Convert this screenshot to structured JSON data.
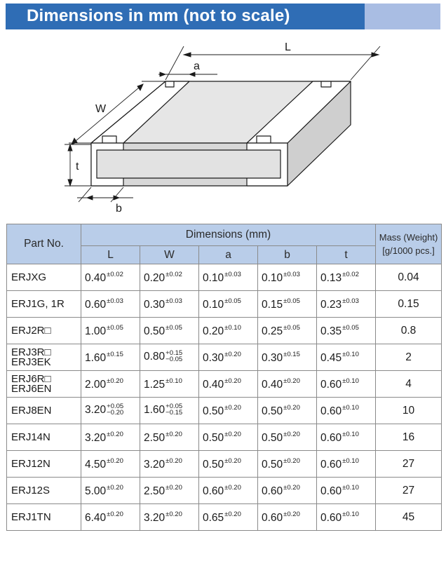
{
  "header": {
    "title": "Dimensions in mm (not to scale)"
  },
  "drawing": {
    "labels": {
      "L": "L",
      "W": "W",
      "a": "a",
      "b": "b",
      "t": "t"
    }
  },
  "table": {
    "part_no_header": "Part No.",
    "dimensions_header": "Dimensions (mm)",
    "mass_header_line1": "Mass (Weight)",
    "mass_header_line2": "[g/1000 pcs.]",
    "columns": [
      "L",
      "W",
      "a",
      "b",
      "t"
    ],
    "rows": [
      {
        "part1": "ERJXG",
        "part2": "",
        "L": {
          "v": "0.40",
          "t": "±0.02"
        },
        "W": {
          "v": "0.20",
          "t": "±0.02"
        },
        "a": {
          "v": "0.10",
          "t": "±0.03"
        },
        "b": {
          "v": "0.10",
          "t": "±0.03"
        },
        "t": {
          "v": "0.13",
          "t": "±0.02"
        },
        "mass": "0.04"
      },
      {
        "part1": "ERJ1G, 1R",
        "part2": "",
        "L": {
          "v": "0.60",
          "t": "±0.03"
        },
        "W": {
          "v": "0.30",
          "t": "±0.03"
        },
        "a": {
          "v": "0.10",
          "t": "±0.05"
        },
        "b": {
          "v": "0.15",
          "t": "±0.05"
        },
        "t": {
          "v": "0.23",
          "t": "±0.03"
        },
        "mass": "0.15"
      },
      {
        "part1": "ERJ2R□",
        "part2": "",
        "L": {
          "v": "1.00",
          "t": "±0.05"
        },
        "W": {
          "v": "0.50",
          "t": "±0.05"
        },
        "a": {
          "v": "0.20",
          "t": "±0.10"
        },
        "b": {
          "v": "0.25",
          "t": "±0.05"
        },
        "t": {
          "v": "0.35",
          "t": "±0.05"
        },
        "mass": "0.8"
      },
      {
        "part1": "ERJ3R□",
        "part2": "ERJ3EK",
        "L": {
          "v": "1.60",
          "t": "±0.15"
        },
        "W": {
          "v": "0.80",
          "tu": "+0.15",
          "tl": "−0.05"
        },
        "a": {
          "v": "0.30",
          "t": "±0.20"
        },
        "b": {
          "v": "0.30",
          "t": "±0.15"
        },
        "t": {
          "v": "0.45",
          "t": "±0.10"
        },
        "mass": "2"
      },
      {
        "part1": "ERJ6R□",
        "part2": "ERJ6EN",
        "L": {
          "v": "2.00",
          "t": "±0.20"
        },
        "W": {
          "v": "1.25",
          "t": "±0.10"
        },
        "a": {
          "v": "0.40",
          "t": "±0.20"
        },
        "b": {
          "v": "0.40",
          "t": "±0.20"
        },
        "t": {
          "v": "0.60",
          "t": "±0.10"
        },
        "mass": "4"
      },
      {
        "part1": "ERJ8EN",
        "part2": "",
        "L": {
          "v": "3.20",
          "tu": "+0.05",
          "tl": "−0.20"
        },
        "W": {
          "v": "1.60",
          "tu": "+0.05",
          "tl": "−0.15"
        },
        "a": {
          "v": "0.50",
          "t": "±0.20"
        },
        "b": {
          "v": "0.50",
          "t": "±0.20"
        },
        "t": {
          "v": "0.60",
          "t": "±0.10"
        },
        "mass": "10"
      },
      {
        "part1": "ERJ14N",
        "part2": "",
        "L": {
          "v": "3.20",
          "t": "±0.20"
        },
        "W": {
          "v": "2.50",
          "t": "±0.20"
        },
        "a": {
          "v": "0.50",
          "t": "±0.20"
        },
        "b": {
          "v": "0.50",
          "t": "±0.20"
        },
        "t": {
          "v": "0.60",
          "t": "±0.10"
        },
        "mass": "16"
      },
      {
        "part1": "ERJ12N",
        "part2": "",
        "L": {
          "v": "4.50",
          "t": "±0.20"
        },
        "W": {
          "v": "3.20",
          "t": "±0.20"
        },
        "a": {
          "v": "0.50",
          "t": "±0.20"
        },
        "b": {
          "v": "0.50",
          "t": "±0.20"
        },
        "t": {
          "v": "0.60",
          "t": "±0.10"
        },
        "mass": "27"
      },
      {
        "part1": "ERJ12S",
        "part2": "",
        "L": {
          "v": "5.00",
          "t": "±0.20"
        },
        "W": {
          "v": "2.50",
          "t": "±0.20"
        },
        "a": {
          "v": "0.60",
          "t": "±0.20"
        },
        "b": {
          "v": "0.60",
          "t": "±0.20"
        },
        "t": {
          "v": "0.60",
          "t": "±0.10"
        },
        "mass": "27"
      },
      {
        "part1": "ERJ1TN",
        "part2": "",
        "L": {
          "v": "6.40",
          "t": "±0.20"
        },
        "W": {
          "v": "3.20",
          "t": "±0.20"
        },
        "a": {
          "v": "0.65",
          "t": "±0.20"
        },
        "b": {
          "v": "0.60",
          "t": "±0.20"
        },
        "t": {
          "v": "0.60",
          "t": "±0.10"
        },
        "mass": "45"
      }
    ]
  },
  "colors": {
    "header_bar": "#2f6db5",
    "header_accent": "#a9bde3",
    "table_header_bg": "#b9cde9",
    "chip_body_top": "#e6e6e6",
    "chip_terminal": "#ffffff",
    "chip_front": "#d4d4d4"
  }
}
